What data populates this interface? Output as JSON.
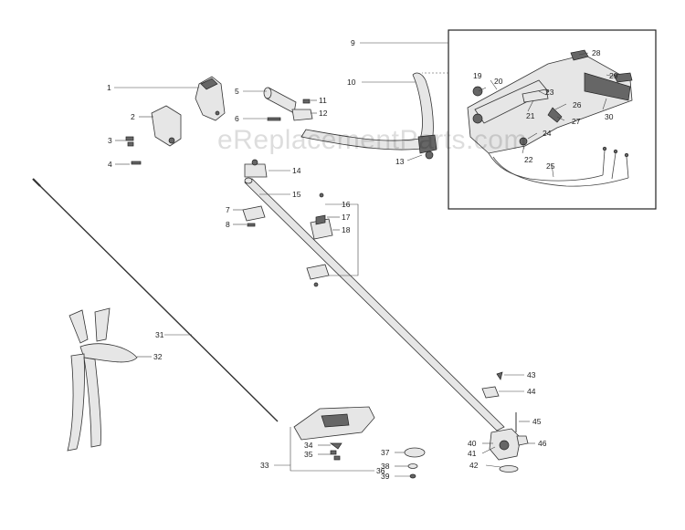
{
  "watermark": "eReplacementParts.com",
  "part_numbers": {
    "p1": "1",
    "p2": "2",
    "p3": "3",
    "p4": "4",
    "p5": "5",
    "p6": "6",
    "p7": "7",
    "p8": "8",
    "p9": "9",
    "p10": "10",
    "p11": "11",
    "p12": "12",
    "p13": "13",
    "p14": "14",
    "p15": "15",
    "p16": "16",
    "p17": "17",
    "p18": "18",
    "p19": "19",
    "p20": "20",
    "p21": "21",
    "p22": "22",
    "p23": "23",
    "p24": "24",
    "p25": "25",
    "p26": "26",
    "p27": "27",
    "p28": "28",
    "p29": "29",
    "p30": "30",
    "p31": "31",
    "p32": "32",
    "p33": "33",
    "p34": "34",
    "p35": "35",
    "p36": "36",
    "p37": "37",
    "p38": "38",
    "p39": "39",
    "p40": "40",
    "p41": "41",
    "p42": "42",
    "p43": "43",
    "p44": "44",
    "p45": "45",
    "p46": "46"
  }
}
